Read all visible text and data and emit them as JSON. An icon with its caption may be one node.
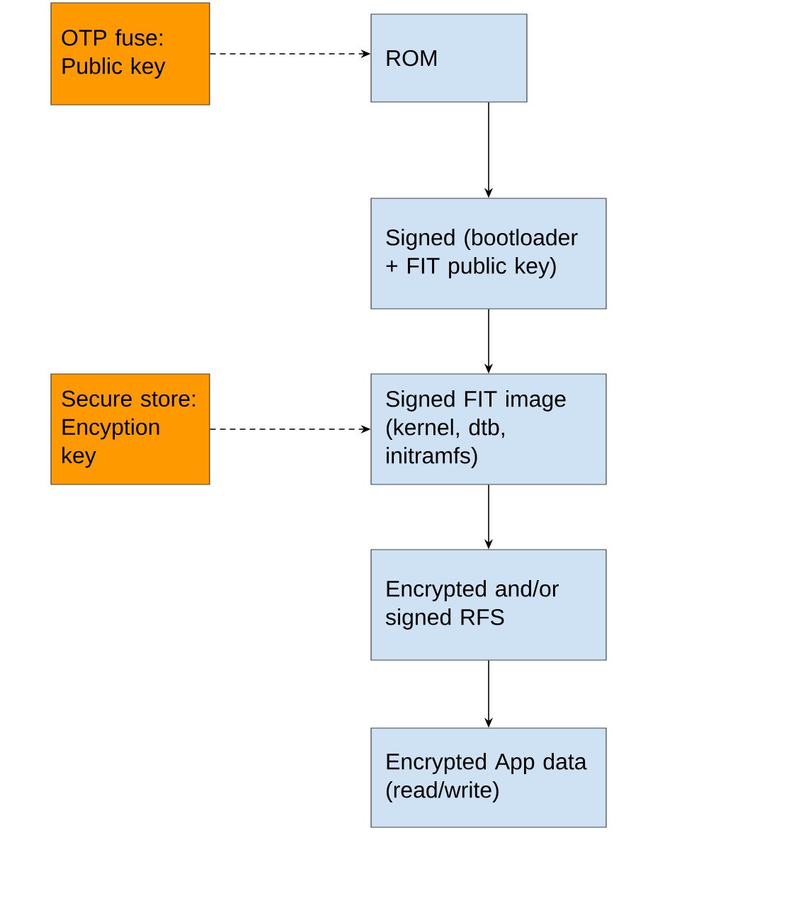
{
  "diagram": {
    "nodes": [
      {
        "text": [
          "OTP fuse: Public key"
        ]
      },
      {
        "text": [
          "ROM"
        ]
      },
      {
        "text": [
          "Signed (bootloader + FIT public key)"
        ]
      },
      {
        "text": [
          "Secure store: Encyption key"
        ]
      },
      {
        "text": [
          "Signed FIT image (kernel, dtb, initramfs)"
        ]
      },
      {
        "text": [
          "Encrypted and/or signed RFS"
        ]
      },
      {
        "text": [
          "Encrypted App data (read/write)"
        ]
      }
    ],
    "edges": [
      {
        "from": 0,
        "to": 1,
        "arrow": "to",
        "style": "dashed"
      },
      {
        "from": 1,
        "to": 2,
        "arrow": "to"
      },
      {
        "from": 2,
        "to": 4,
        "arrow": "to"
      },
      {
        "from": 3,
        "to": 4,
        "arrow": "to",
        "style": "dashed"
      },
      {
        "from": 4,
        "to": 5,
        "arrow": "to"
      },
      {
        "from": 5,
        "to": 6,
        "arrow": "to"
      }
    ]
  }
}
